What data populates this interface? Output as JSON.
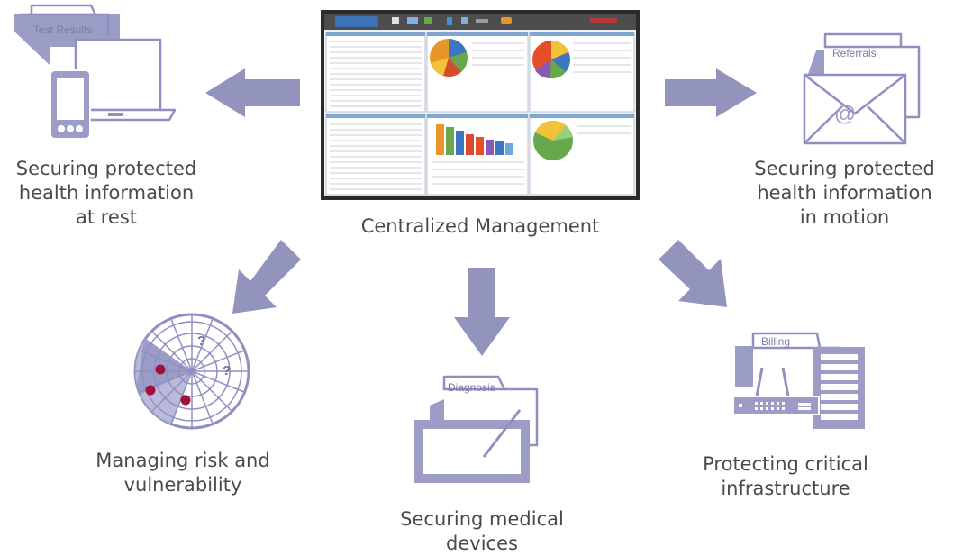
{
  "center": {
    "label": "Centralized Management"
  },
  "nodes": {
    "at_rest": {
      "lines": [
        "Securing protected",
        "health information",
        "at rest"
      ],
      "folder_tab": "Test Results"
    },
    "in_motion": {
      "lines": [
        "Securing protected",
        "health information",
        "in motion"
      ],
      "folder_tab": "Referrals"
    },
    "risk": {
      "lines": [
        "Managing risk and",
        "vulnerability"
      ]
    },
    "devices": {
      "lines": [
        "Securing medical",
        "devices"
      ],
      "folder_tab": "Diagnosis"
    },
    "infrastructure": {
      "lines": [
        "Protecting critical",
        "infrastructure"
      ],
      "folder_tab": "Billing"
    }
  },
  "radar": {
    "marks": [
      "?",
      "?"
    ]
  },
  "email_symbol": "@",
  "colors": {
    "arrow": "#9394bd",
    "icon_stroke": "#8f90c0",
    "icon_fill": "#9c9dc6",
    "text": "#4a4a4a",
    "risk_dot": "#a0103a",
    "screen_bezel": "#2b2b2b"
  }
}
